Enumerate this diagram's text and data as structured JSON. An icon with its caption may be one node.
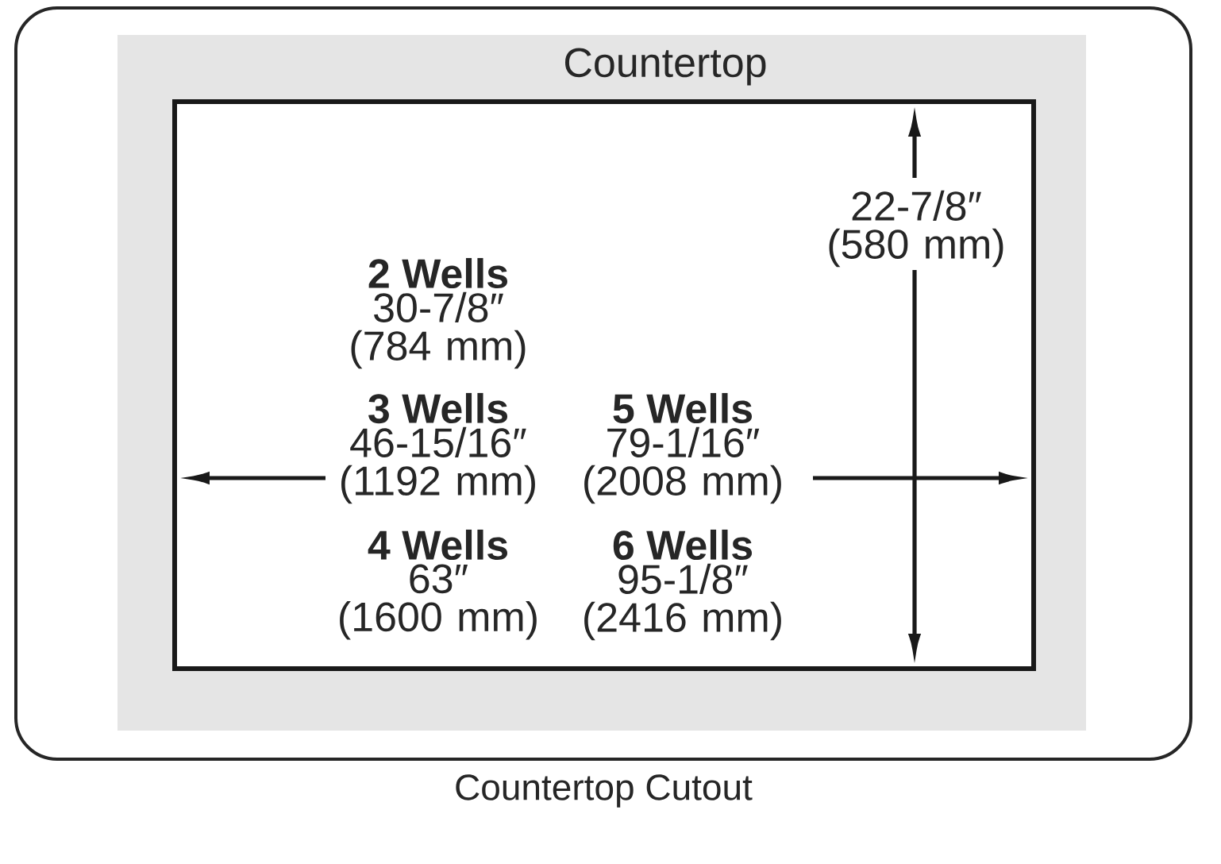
{
  "diagram": {
    "caption": "Countertop Cutout",
    "nodes": [
      {
        "text": [],
        "shape": "box"
      },
      {
        "text": [
          "Countertop"
        ],
        "in": 0
      },
      {
        "text": [],
        "shape": "box",
        "in": 1
      }
    ],
    "labels": [
      "22-7/8″ (580 mm)",
      "2 Wells",
      "30-7/8″ (784 mm)",
      "3 Wells",
      "46-15/16″ (1192 mm)",
      "5 Wells",
      "79-1/16″ (2008 mm)",
      "4 Wells",
      "63″ (1600 mm)",
      "6 Wells",
      "95-1/8″ (2416 mm)"
    ]
  }
}
